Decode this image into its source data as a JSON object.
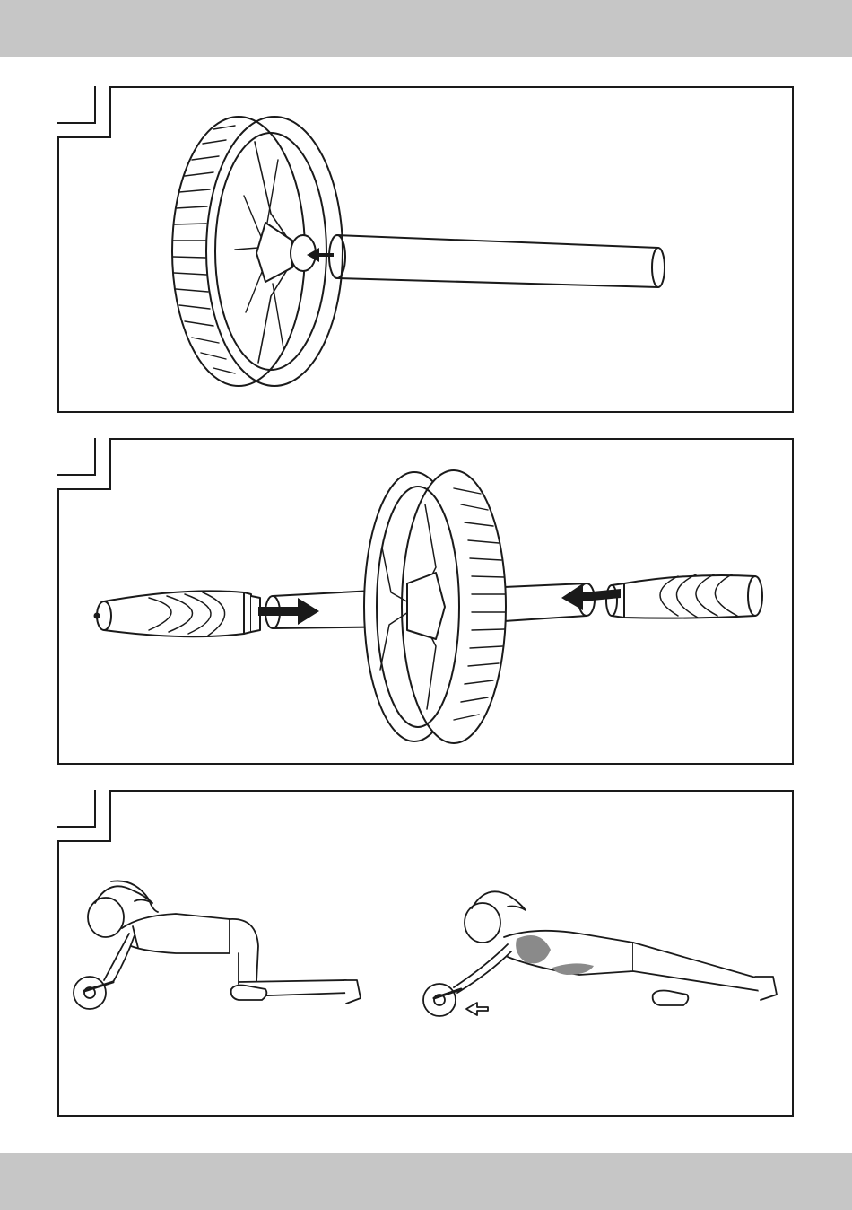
{
  "page": {
    "band_color": "#c6c6c6",
    "line_color": "#1a1a1a",
    "muscle_highlight_color": "#8a8a8a"
  },
  "figures": [
    {
      "step_label": "",
      "illustration": "wheel-and-axle-insertion"
    },
    {
      "step_label": "",
      "illustration": "handle-grips-attachment"
    },
    {
      "step_label": "",
      "illustration": "kneeling-ab-roller-exercise"
    }
  ]
}
